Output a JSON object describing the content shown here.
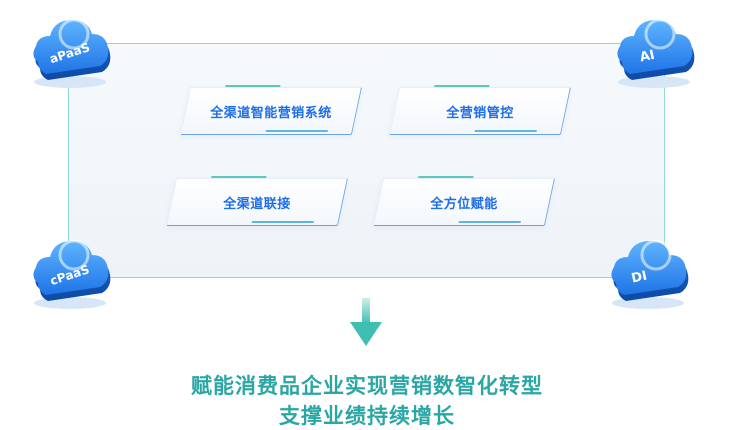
{
  "cards": [
    {
      "label": "全渠道智能营销系统"
    },
    {
      "label": "全营销管控"
    },
    {
      "label": "全渠道联接"
    },
    {
      "label": "全方位赋能"
    }
  ],
  "clouds": [
    {
      "label": "aPaaS",
      "icon": "cloud-icon"
    },
    {
      "label": "AI",
      "icon": "cloud-icon"
    },
    {
      "label": "cPaaS",
      "icon": "cloud-icon"
    },
    {
      "label": "DI",
      "icon": "cloud-icon"
    }
  ],
  "arrow_icon": "arrow-down-icon",
  "headline": {
    "line1": "赋能消费品企业实现营销数智化转型",
    "line2": "支撑业绩持续增长"
  },
  "colors": {
    "panel_border": "#8fd9cf",
    "card_text": "#1f6ee6",
    "headline": "#2aa7a4",
    "cloud_blue": "#2f8cf0"
  }
}
